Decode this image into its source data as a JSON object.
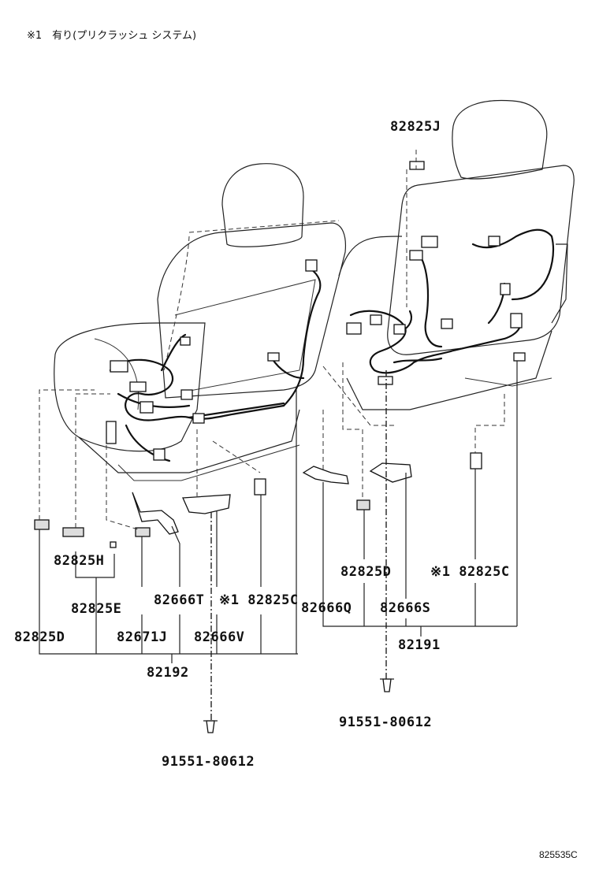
{
  "note": "※1　有り(プリクラッシュ システム)",
  "diagram_code": "825535C",
  "left_seat": {
    "assembly": "82192",
    "bolt": "91551-80612",
    "parts": {
      "p82825H": "82825H",
      "p82825E": "82825E",
      "p82825D": "82825D",
      "p82666T": "82666T",
      "p82825C": "※1 82825C",
      "p82671J": "82671J",
      "p82666V": "82666V"
    }
  },
  "right_seat": {
    "assembly": "82191",
    "bolt": "91551-80612",
    "parts": {
      "p82825J": "82825J",
      "p82825D": "82825D",
      "p82825C": "※1 82825C",
      "p82666Q": "82666Q",
      "p82666S": "82666S"
    }
  }
}
